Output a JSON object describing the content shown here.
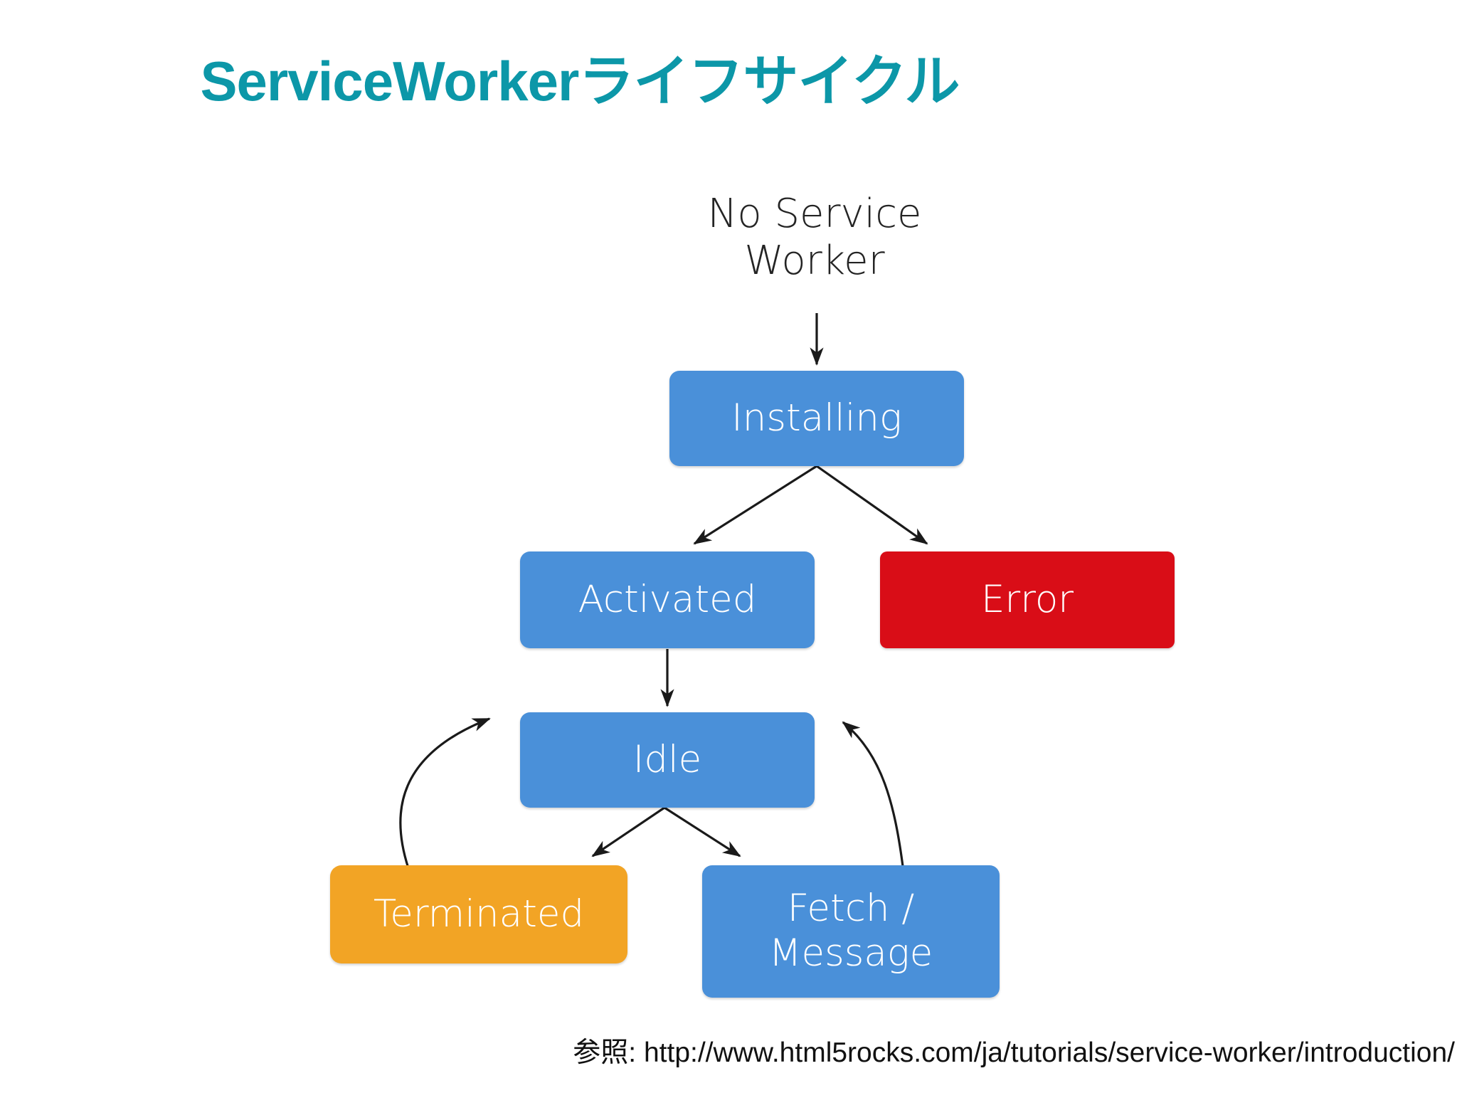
{
  "slide": {
    "title": "ServiceWorkerライフサイクル",
    "title_color": "#0c97a8",
    "background_color": "#ffffff"
  },
  "diagram": {
    "start_label": {
      "line1": "No Service",
      "line2": "Worker",
      "color": "#242424"
    },
    "nodes": [
      {
        "id": "installing",
        "label": "Installing",
        "color": "#4a90d9"
      },
      {
        "id": "activated",
        "label": "Activated",
        "color": "#4a90d9"
      },
      {
        "id": "error",
        "label": "Error",
        "color": "#d90d17"
      },
      {
        "id": "idle",
        "label": "Idle",
        "color": "#4a90d9"
      },
      {
        "id": "terminated",
        "label": "Terminated",
        "color": "#f2a425"
      },
      {
        "id": "fetch_message",
        "label_line1": "Fetch /",
        "label_line2": "Message",
        "color": "#4a90d9"
      }
    ],
    "edges": [
      {
        "from": "no-service-worker",
        "to": "installing",
        "style": "straight"
      },
      {
        "from": "installing",
        "to": "activated",
        "style": "straight"
      },
      {
        "from": "installing",
        "to": "error",
        "style": "straight"
      },
      {
        "from": "activated",
        "to": "idle",
        "style": "straight"
      },
      {
        "from": "idle",
        "to": "terminated",
        "style": "straight"
      },
      {
        "from": "idle",
        "to": "fetch_message",
        "style": "straight"
      },
      {
        "from": "terminated",
        "to": "idle",
        "style": "curved"
      },
      {
        "from": "fetch_message",
        "to": "idle",
        "style": "curved"
      }
    ],
    "arrow_color": "#1a1a1a"
  },
  "footer": {
    "source": "参照: http://www.html5rocks.com/ja/tutorials/service-worker/introduction/"
  }
}
